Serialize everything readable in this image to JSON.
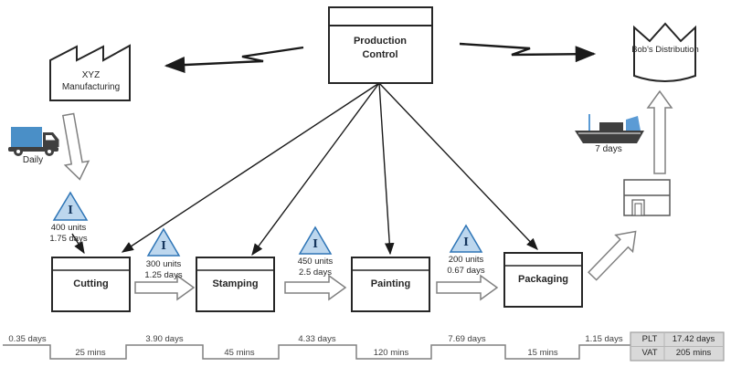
{
  "production_control": {
    "name": "Production Control"
  },
  "supplier": {
    "name": "XYZ Manufacturing",
    "shipment": "Daily"
  },
  "customer": {
    "name": "Bob's Distribution",
    "shipment": "7 days"
  },
  "processes": [
    {
      "name": "Cutting"
    },
    {
      "name": "Stamping"
    },
    {
      "name": "Painting"
    },
    {
      "name": "Packaging"
    }
  ],
  "inventories": [
    {
      "symbol": "I",
      "units": "400 units",
      "time": "1.75 days"
    },
    {
      "symbol": "I",
      "units": "300 units",
      "time": "1.25 days"
    },
    {
      "symbol": "I",
      "units": "450 units",
      "time": "2.5 days"
    },
    {
      "symbol": "I",
      "units": "200 units",
      "time": "0.67 days"
    }
  ],
  "timeline": {
    "lead_times": [
      "0.35 days",
      "3.90 days",
      "4.33 days",
      "7.69 days",
      "1.15 days"
    ],
    "cycle_times": [
      "25 mins",
      "45 mins",
      "120 mins",
      "15 mins"
    ],
    "summary": [
      {
        "label": "PLT",
        "value": "17.42 days"
      },
      {
        "label": "VAT",
        "value": "205 mins"
      }
    ]
  },
  "colors": {
    "inventory_fill": "#bdd7ee",
    "inventory_stroke": "#2e75b6",
    "accent_blue": "#4a8fc7",
    "icon_dark": "#3f3f3f",
    "summary_fill": "#d9d9d9"
  }
}
